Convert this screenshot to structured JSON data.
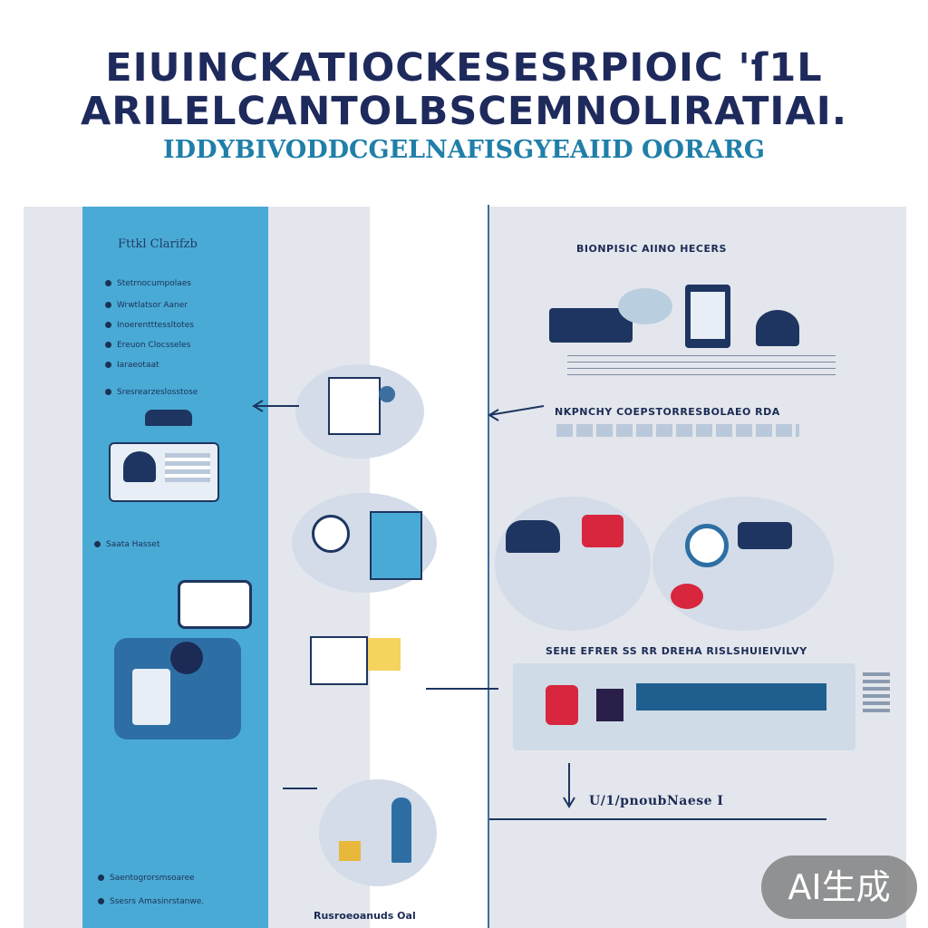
{
  "header": {
    "line1": "EIUINCKATIOCKESESRPIOIC 'ſ1L",
    "line2": "ARILELCANTOLBSCEMNOLIRATIAI.",
    "line3": "IDDYBIVODDCGELNAFISGYEAIID OORARG"
  },
  "sidebar": {
    "title": "Fttkl Clarifzb",
    "items": [
      "Stetrnocumpolaes",
      "Wrwtlatsor Aaner",
      "Inoerentttessltotes",
      "Ereuon Clocsseles",
      "Iaraeotaat",
      "Sresrearzeslosstose",
      "Saata Hasset"
    ],
    "bottom_items": [
      "Saentogrorsmsoaree",
      "Ssesrs Amasinrstanwe."
    ]
  },
  "right": {
    "heading1": "BIONPISIC AIINO HECERS",
    "heading2": "NKPNCHY COEPSTORRESBOLAEO RDA",
    "heading3": "SEHE EFRER SS RR DREHA RISLSHUIEIVILVY",
    "heading4": "U/1/pnoubNaese I"
  },
  "footer": {
    "caption": "Rusroeoanuds Oal"
  },
  "badge": {
    "label": "AI生成"
  },
  "colors": {
    "navy": "#1e2a5c",
    "accent_blue": "#4aaad6",
    "panel_grey": "#e3e6ec",
    "line_blue": "#3c6ea0"
  }
}
